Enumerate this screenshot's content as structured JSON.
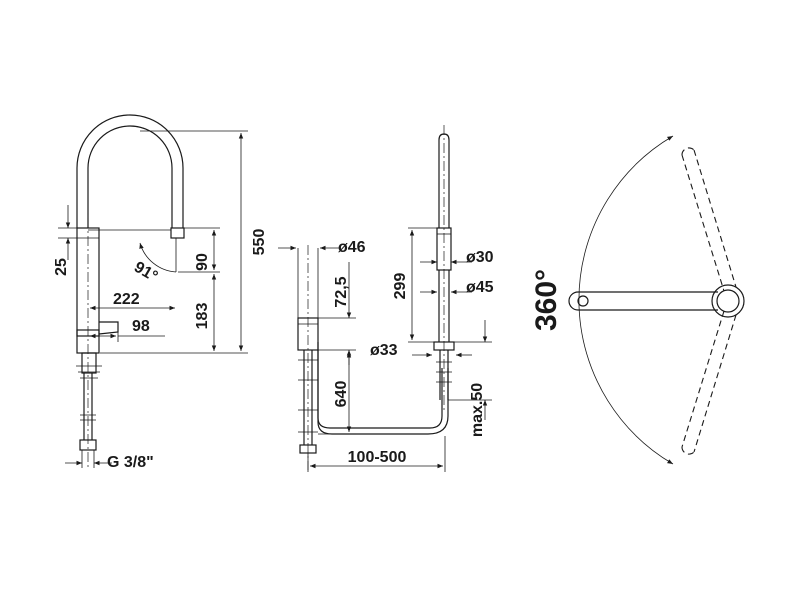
{
  "dimensions": {
    "side_view": {
      "total_height": "550",
      "spout_drop": "90",
      "lower_height": "183",
      "top_offset": "25",
      "reach": "222",
      "handle_reach": "98",
      "angle": "91°",
      "thread": "G 3/8\""
    },
    "hose_view": {
      "body_diameter": "ø46",
      "body_height": "72,5",
      "hose_length": "640",
      "hose_offset": "100-500"
    },
    "spray_view": {
      "head_diameter": "ø30",
      "head_length": "299",
      "base_diameter": "ø45",
      "collar_diameter": "ø33",
      "max_length": "max.50"
    },
    "top_view": {
      "rotation": "360°"
    }
  }
}
